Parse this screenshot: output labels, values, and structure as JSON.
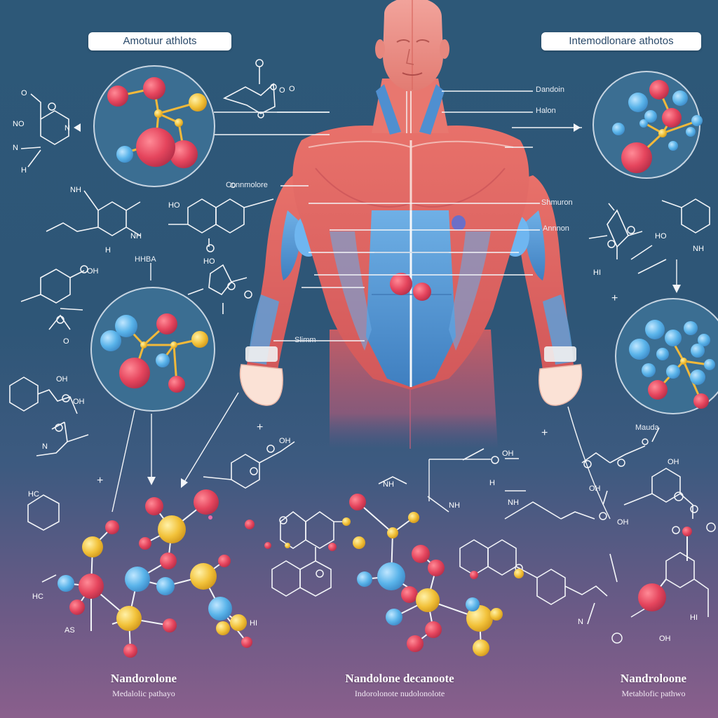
{
  "headers": {
    "left": "Amotuur athlots",
    "right": "Intemodlonare athotos"
  },
  "callouts": {
    "dandoin": "Dandoin",
    "halon": "Halon",
    "connmolore": "Connmolore",
    "shmuron": "Shmuron",
    "annnon": "Annnon",
    "hhiba": "HHBA",
    "slimm": "Slimm",
    "mauda": "Mauda"
  },
  "captions": [
    {
      "title": "Nandorolone",
      "subtitle": "Medalolic pathayo"
    },
    {
      "title": "Nandolone decanoote",
      "subtitle": "Indorolonote nudolonolote"
    },
    {
      "title": "Nandroloone",
      "subtitle": "Metablofic pathwo"
    }
  ],
  "colors": {
    "background_top": "#2d5878",
    "background_bottom": "#8a5f8c",
    "muscle_red": "#e06a66",
    "muscle_blue": "#5b9bd8",
    "atom_red": "#e5455d",
    "atom_blue": "#5ab4ea",
    "atom_yellow": "#f2c23a",
    "line_white": "#f3f5f8"
  }
}
